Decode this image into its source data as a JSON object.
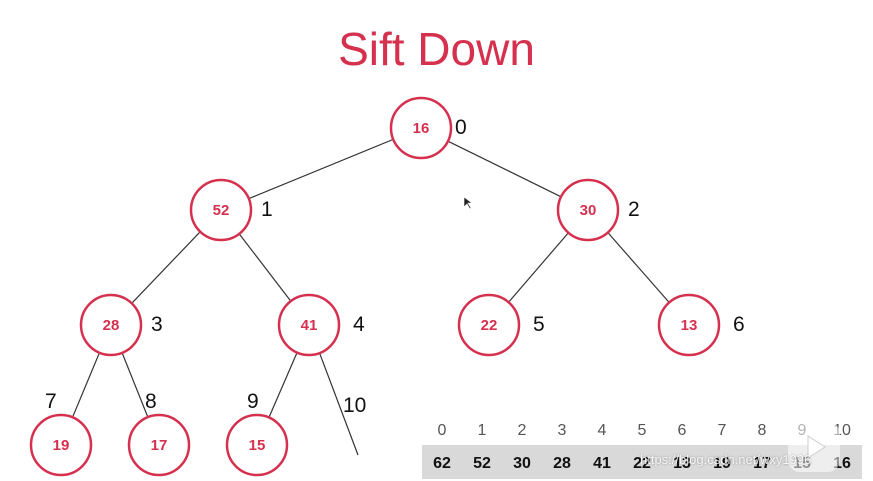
{
  "title": "Sift Down",
  "tree": {
    "nodes": [
      {
        "value": "16",
        "index": "0"
      },
      {
        "value": "52",
        "index": "1"
      },
      {
        "value": "30",
        "index": "2"
      },
      {
        "value": "28",
        "index": "3"
      },
      {
        "value": "41",
        "index": "4"
      },
      {
        "value": "22",
        "index": "5"
      },
      {
        "value": "13",
        "index": "6"
      },
      {
        "value": "19",
        "index": "7"
      },
      {
        "value": "17",
        "index": "8"
      },
      {
        "value": "15",
        "index": "9"
      }
    ],
    "extra_index": "10"
  },
  "array": {
    "indices": [
      "0",
      "1",
      "2",
      "3",
      "4",
      "5",
      "6",
      "7",
      "8",
      "9",
      "10"
    ],
    "values": [
      "62",
      "52",
      "30",
      "28",
      "41",
      "22",
      "13",
      "19",
      "17",
      "15",
      "16"
    ]
  },
  "watermark": "https://blog.csdn.net/wxy1996",
  "colors": {
    "accent": "#d6304f",
    "line": "#333333",
    "array_bg": "#d9d9d9"
  },
  "icons": {
    "cursor": "mouse-cursor-icon",
    "play": "video-play-icon"
  }
}
